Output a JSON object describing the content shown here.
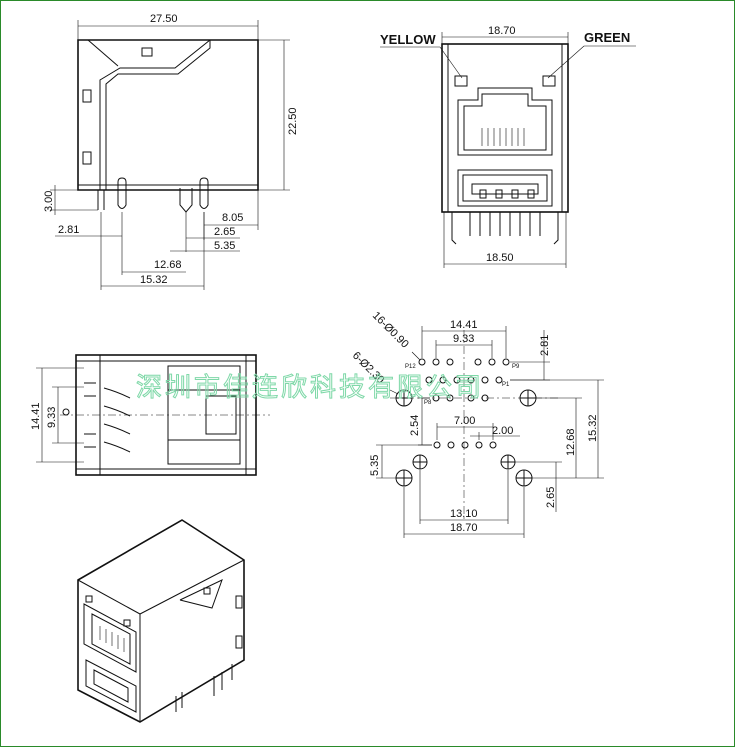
{
  "side_view": {
    "dims": {
      "width_top": "27.50",
      "height_right": "22.50",
      "pin_left": "3.00",
      "offset_281": "2.81",
      "offset_805": "8.05",
      "offset_265": "2.65",
      "offset_535": "5.35",
      "offset_1268": "12.68",
      "offset_1532": "15.32"
    }
  },
  "front_view": {
    "labels": {
      "yellow": "YELLOW",
      "green": "GREEN"
    },
    "dims": {
      "top": "18.70",
      "bottom": "18.50"
    }
  },
  "top_view": {
    "dims": {
      "outer": "14.41",
      "inner": "9.33"
    }
  },
  "pcb_layout": {
    "dims": {
      "holes_16": "16-Ø0.90",
      "holes_6": "6-Ø2.30",
      "w_1441": "14.41",
      "w_933": "9.33",
      "h_281": "2.81",
      "w_700": "7.00",
      "w_200": "2.00",
      "h_254": "2.54",
      "h_1268": "12.68",
      "h_1532": "15.32",
      "h_535": "5.35",
      "h_265": "2.65",
      "w_1310": "13.10",
      "w_1870": "18.70"
    },
    "pin_labels": {
      "p12": "P12",
      "p9": "P9",
      "p1": "P1",
      "p8": "P8"
    }
  },
  "watermark": "深圳市佳连欣科技有限公司"
}
